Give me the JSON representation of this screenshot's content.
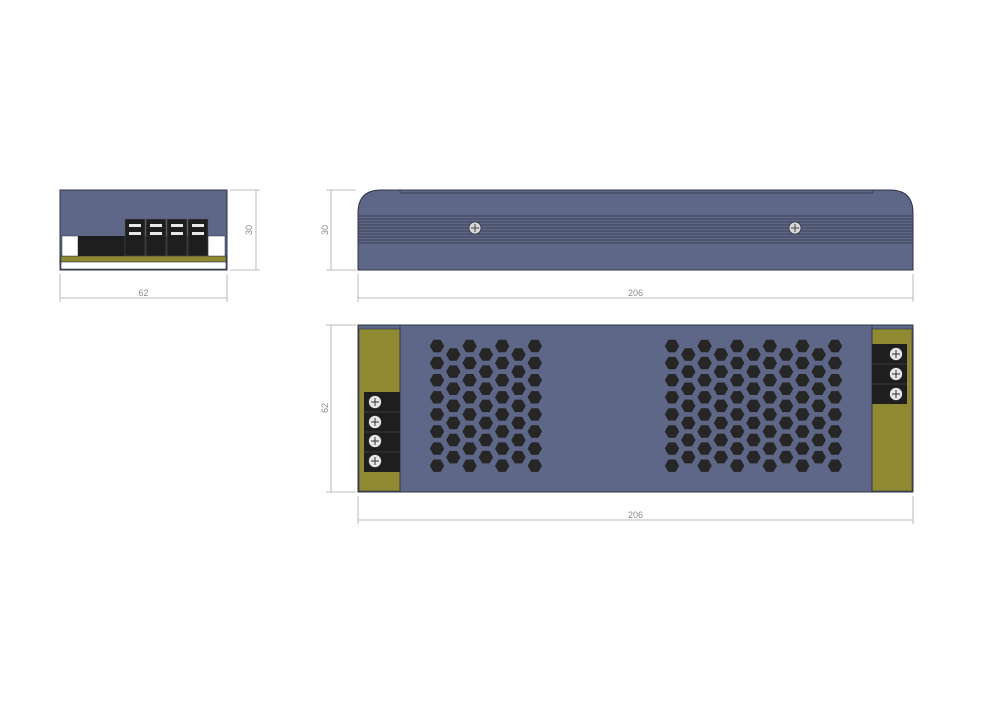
{
  "drawing": {
    "side_view": {
      "width_label": "62",
      "height_label": "30"
    },
    "front_view": {
      "width_label": "206",
      "height_label": "30"
    },
    "top_view": {
      "width_label": "206",
      "height_label": "62"
    }
  },
  "colors": {
    "housing": "#5f6788",
    "housing_dark": "#4c5370",
    "outline": "#2e3345",
    "end_cap": "#8f8a32",
    "terminal_block": "#1e1e1e",
    "vent_hole": "#262626",
    "dimension": "#a8a8a8"
  },
  "icons": [
    "screw-icon",
    "terminal-screw-icon"
  ]
}
